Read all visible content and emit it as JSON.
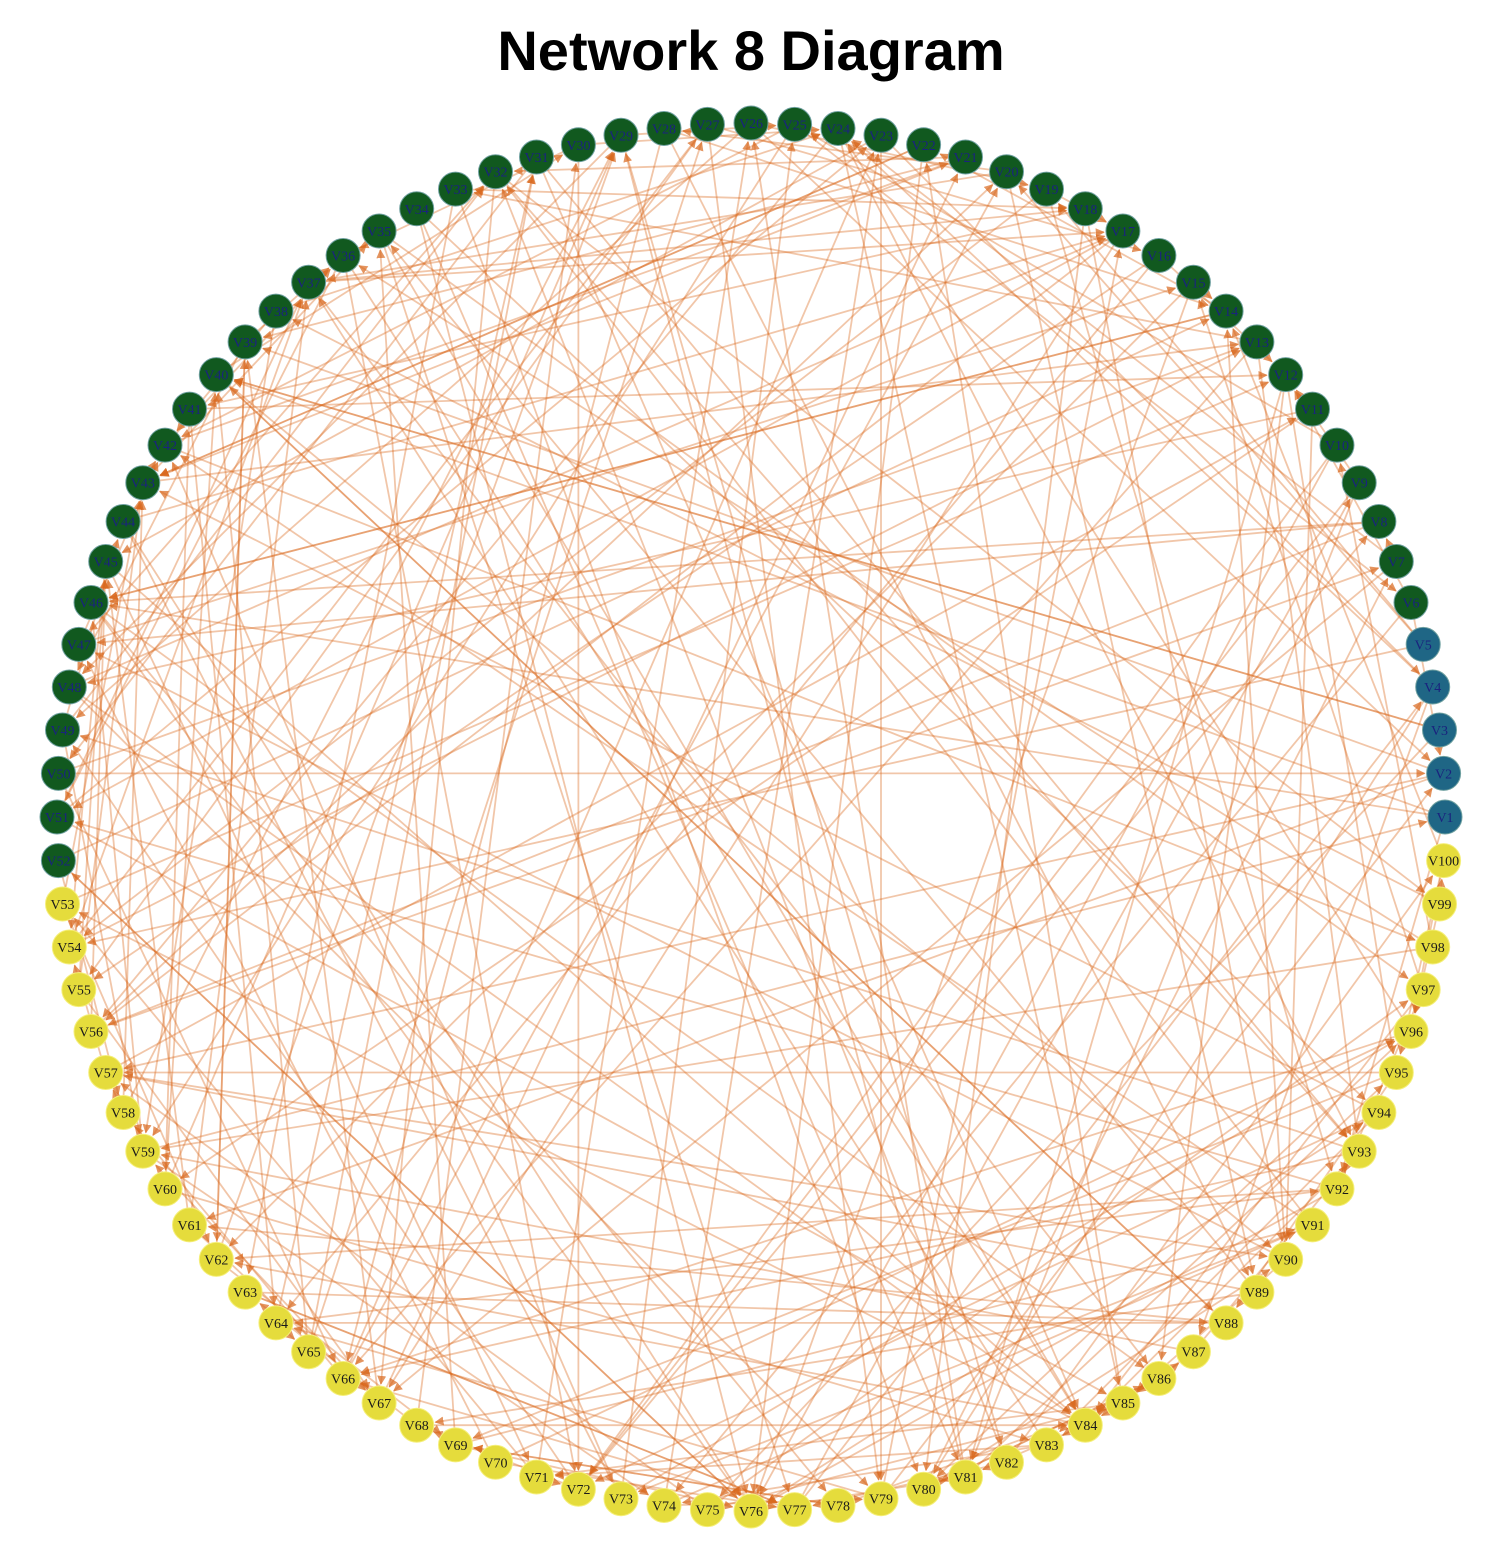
{
  "title": "Network 8 Diagram",
  "colors": {
    "group_blue": "#1f6685",
    "group_green": "#11591f",
    "group_yellow": "#e5dc3c",
    "edge": "#d9681e",
    "label_on_dark": "#1a237e",
    "label_on_light": "#1a1a1a"
  },
  "nodes": {
    "count": 100,
    "prefix": "V",
    "groups": [
      {
        "color_key": "group_blue",
        "from": 1,
        "to": 5
      },
      {
        "color_key": "group_green",
        "from": 6,
        "to": 52
      },
      {
        "color_key": "group_yellow",
        "from": 53,
        "to": 100
      }
    ]
  },
  "edges": {
    "directed": true,
    "generator_seed": 8,
    "per_node_out": 3
  }
}
